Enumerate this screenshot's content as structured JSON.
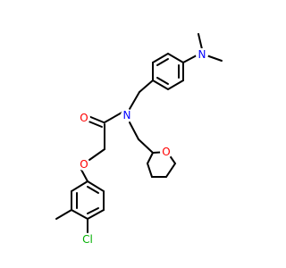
{
  "colors": {
    "bond": "#000000",
    "oxygen": "#ff0000",
    "nitrogen": "#0000ff",
    "chlorine": "#00b000",
    "background": "#ffffff"
  },
  "atoms": {
    "carbonyl_oxygen": "O",
    "amide_nitrogen": "N",
    "ether_oxygen": "O",
    "thf_oxygen": "O",
    "dimethylamino_nitrogen": "N",
    "chlorine": "Cl"
  }
}
